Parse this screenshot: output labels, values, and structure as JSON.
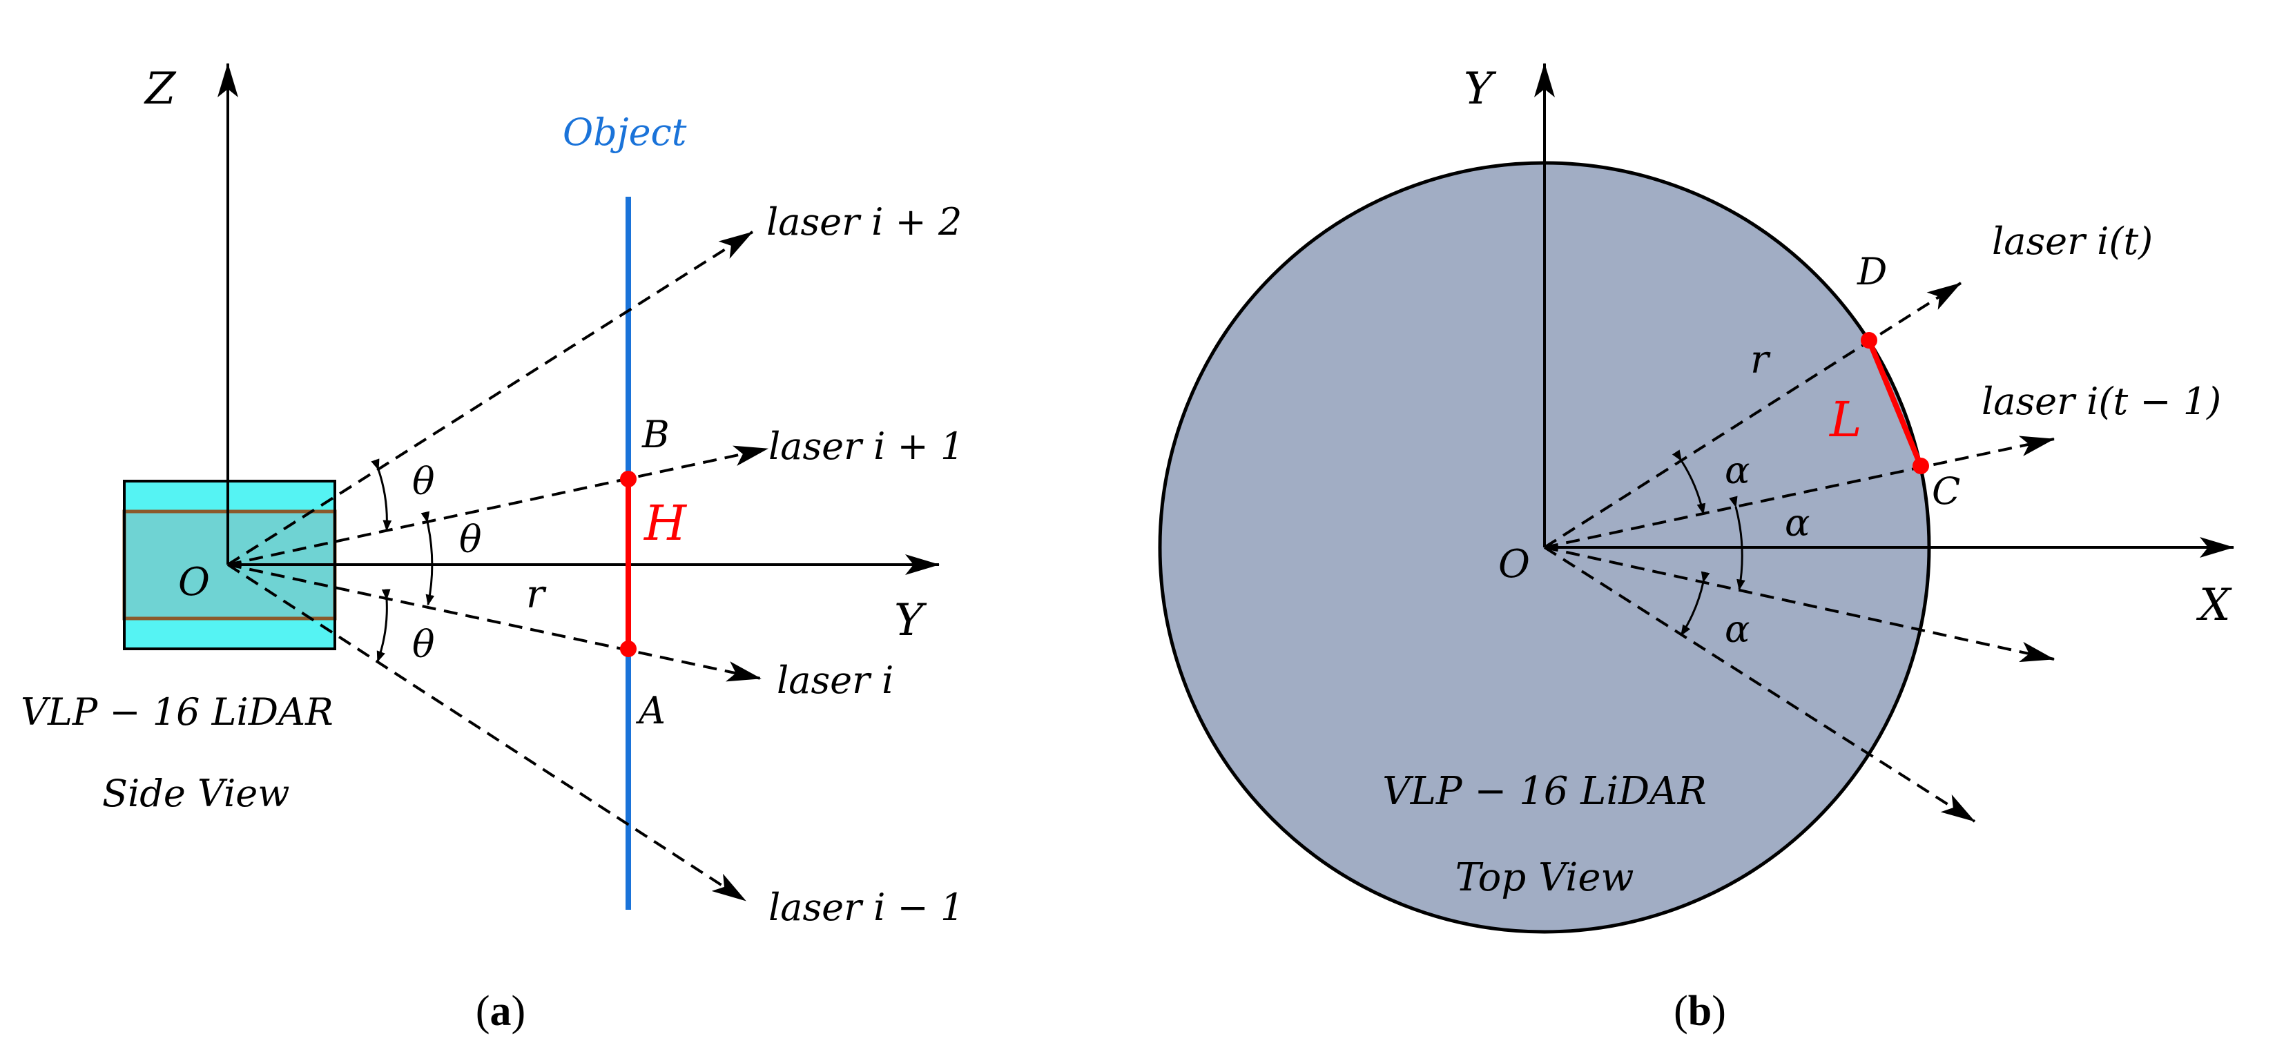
{
  "panel_a": {
    "axis_z": "Z",
    "axis_y": "Y",
    "origin": "O",
    "object_label": "Object",
    "lasers": {
      "plus2": "laser i + 2",
      "plus1": "laser i + 1",
      "base": "laser i",
      "minus1": "laser i − 1"
    },
    "point_b": "B",
    "point_a": "A",
    "height_label": "H",
    "range_label": "r",
    "angle_label": "θ",
    "device_label": "VLP − 16 LiDAR",
    "view_label": "Side View",
    "caption_paren_open": "(",
    "caption_letter": "a",
    "caption_paren_close": ")"
  },
  "panel_b": {
    "axis_y": "Y",
    "axis_x": "X",
    "origin": "O",
    "lasers": {
      "t": "laser i(t)",
      "t_minus_1": "laser i(t − 1)"
    },
    "point_d": "D",
    "point_c": "C",
    "length_label": "L",
    "range_label": "r",
    "angle_label": "α",
    "device_label": "VLP − 16 LiDAR",
    "view_label": "Top View",
    "caption_paren_open": "(",
    "caption_letter": "b",
    "caption_paren_close": ")"
  },
  "colors": {
    "object_line": "#1a73d9",
    "highlight": "#ff0000",
    "device_fill_outer": "#55f3f3",
    "device_fill_inner": "#6fd3d3",
    "device_band": "#8b5a2b",
    "disk_fill": "#a1adc4",
    "ink": "#000000"
  }
}
